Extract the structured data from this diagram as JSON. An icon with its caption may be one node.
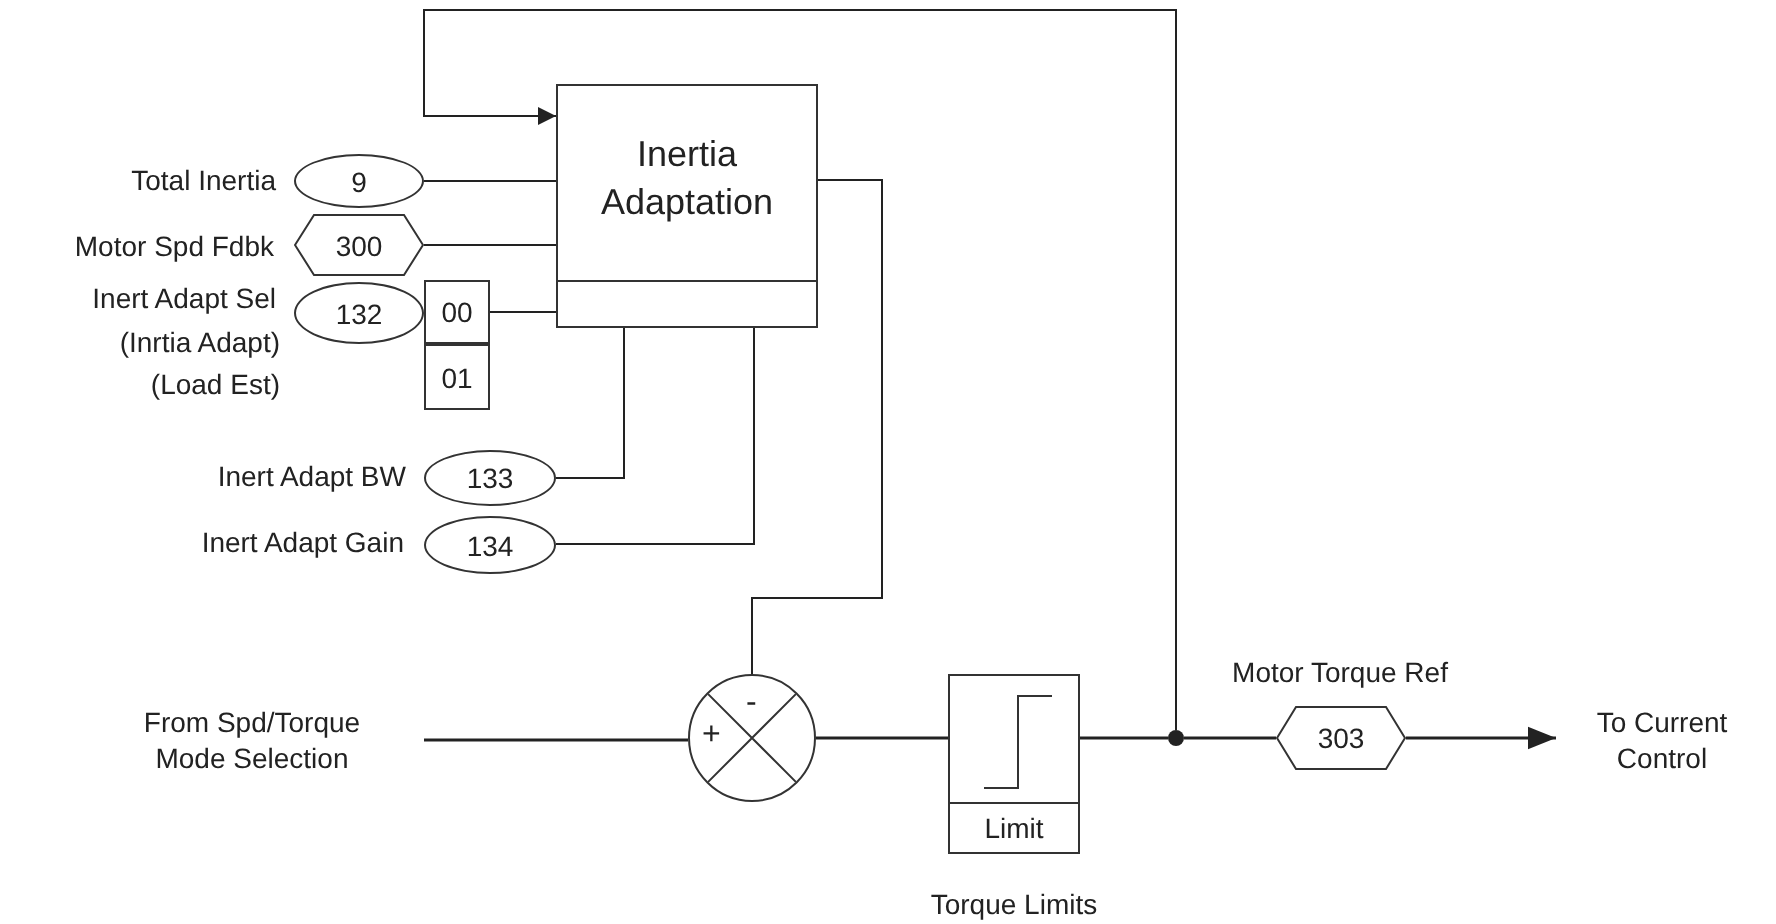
{
  "diagram": {
    "nodes": [
      {
        "text": [
          "Inertia Adaptation"
        ]
      },
      {
        "text": [
          "9"
        ],
        "beside": [
          "Total Inertia"
        ]
      },
      {
        "text": [
          "300"
        ],
        "beside": [
          "Motor Spd Fdbk"
        ]
      },
      {
        "text": [
          "132"
        ],
        "beside": [
          "Inert Adapt Sel",
          "(Inrtia Adapt)",
          "(Load Est)"
        ]
      },
      {
        "text": [
          "00"
        ]
      },
      {
        "text": [
          "01"
        ]
      },
      {
        "text": [
          "133"
        ],
        "beside": [
          "Inert Adapt BW"
        ]
      },
      {
        "text": [
          "134"
        ],
        "beside": [
          "Inert Adapt Gain"
        ]
      },
      {
        "text": [
          "From Spd/Torque Mode Selection"
        ]
      },
      {
        "text": [
          "-",
          "+"
        ]
      },
      {
        "text": [
          "Limit"
        ],
        "beside": [
          "Torque Limits"
        ]
      },
      {
        "text": [],
        "shape": "circle"
      },
      {
        "text": [
          "303"
        ],
        "beside": [
          "Motor Torque Ref"
        ]
      },
      {
        "text": [
          "To Current Control"
        ]
      }
    ],
    "edges": [
      {
        "from": 1,
        "to": 0,
        "arrow": "none"
      },
      {
        "from": 2,
        "to": 0,
        "arrow": "none"
      },
      {
        "from": 4,
        "to": 0,
        "arrow": "none"
      },
      {
        "from": 6,
        "to": 0,
        "arrow": "none"
      },
      {
        "from": 7,
        "to": 0,
        "arrow": "none"
      },
      {
        "from": 0,
        "to": 9,
        "arrow": "none"
      },
      {
        "from": 8,
        "to": 9,
        "arrow": "none"
      },
      {
        "from": 9,
        "to": 10,
        "arrow": "none"
      },
      {
        "from": 10,
        "to": 11,
        "arrow": "none"
      },
      {
        "from": 11,
        "to": 12,
        "arrow": "none"
      },
      {
        "from": 12,
        "to": 13,
        "arrow": "to"
      },
      {
        "from": 11,
        "to": 0,
        "arrow": "to"
      }
    ]
  }
}
